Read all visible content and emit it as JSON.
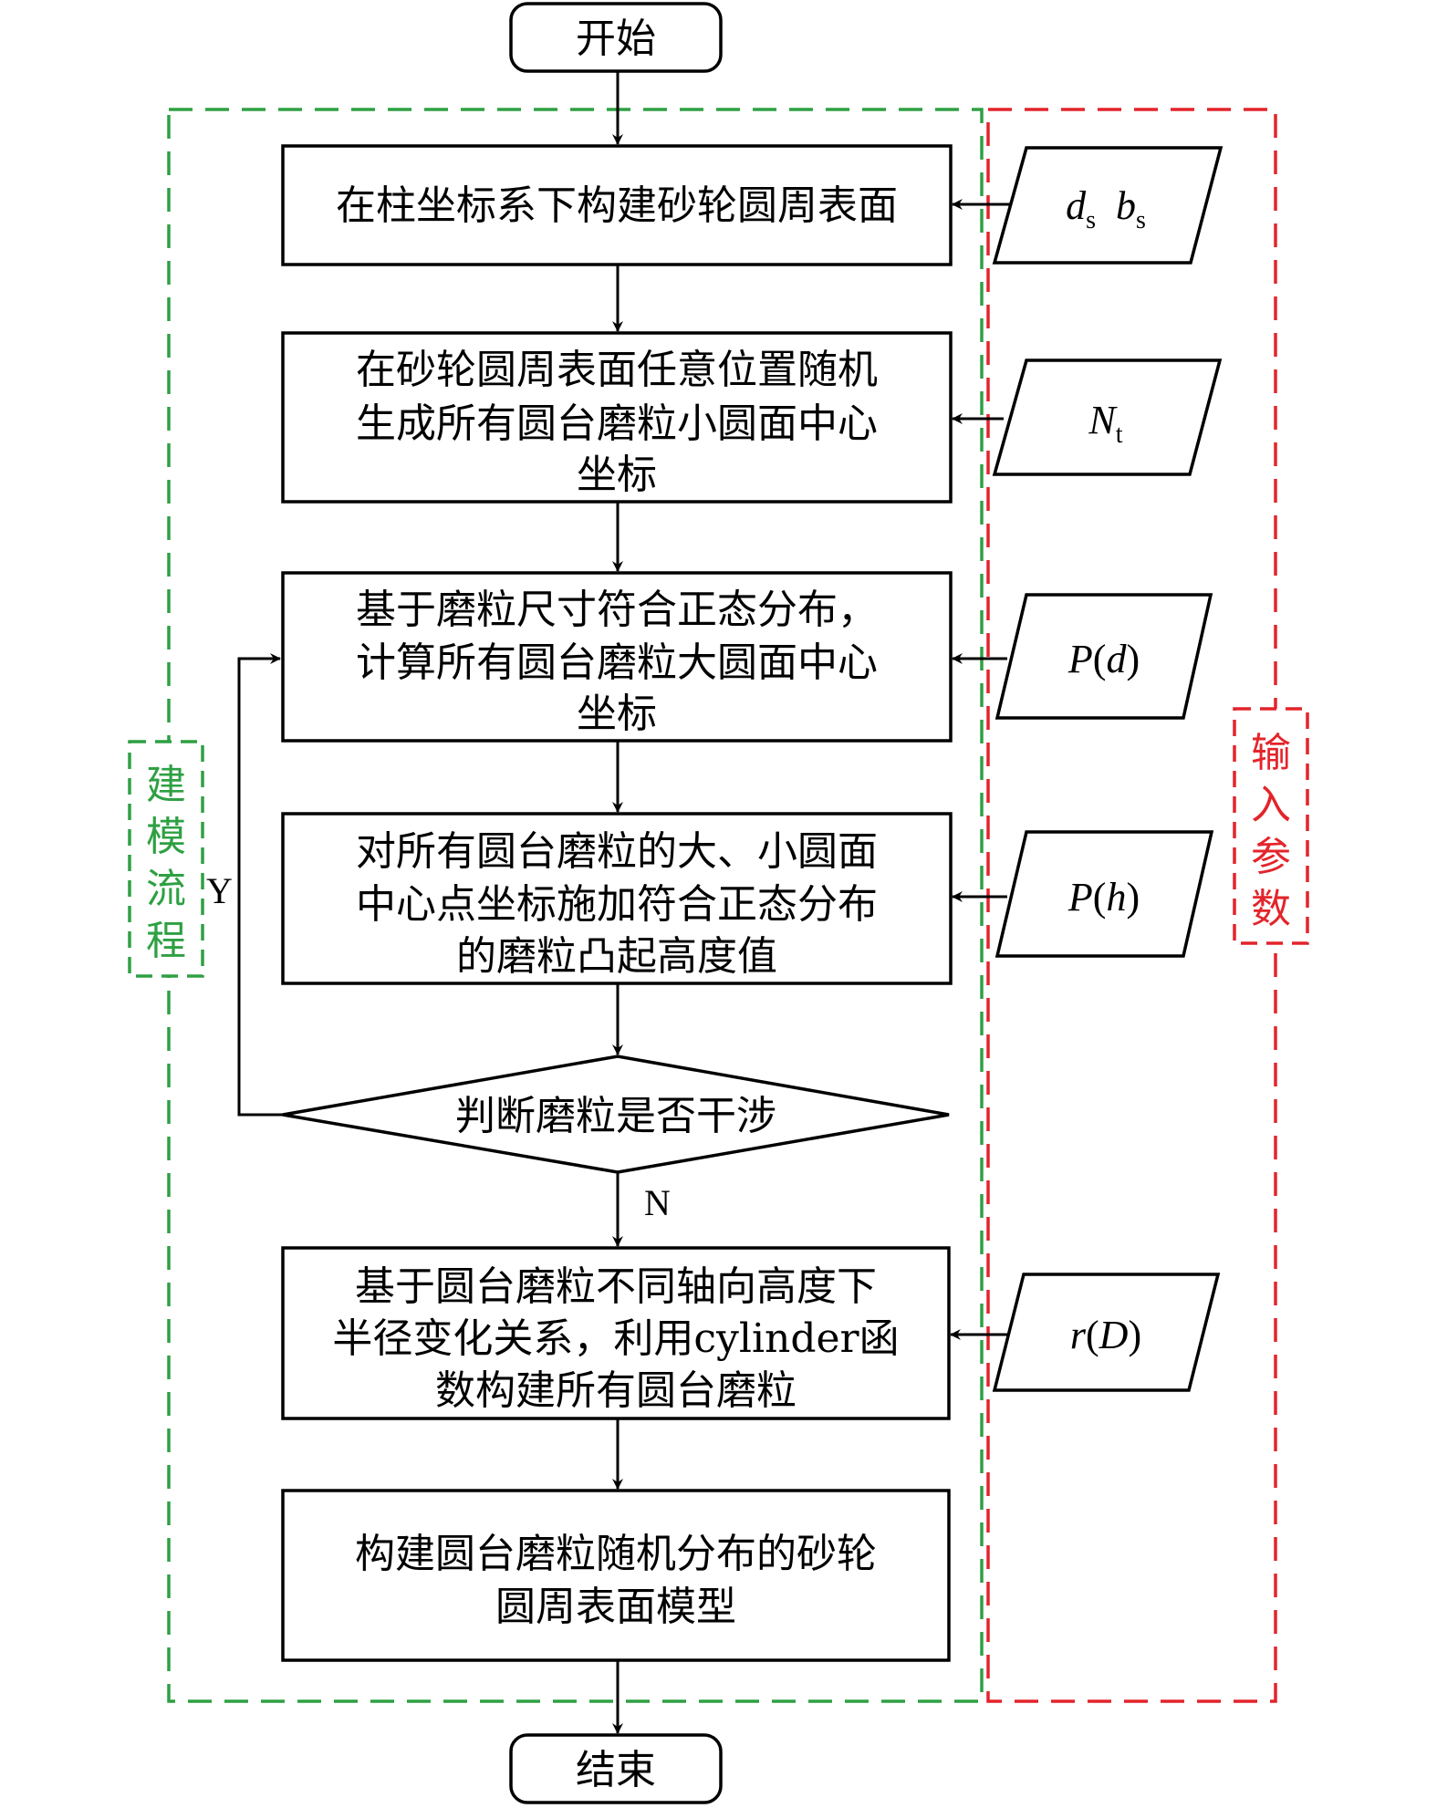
{
  "start": "开始",
  "end": "结束",
  "steps": [
    [
      "在柱坐标系下构建砂轮圆周表面"
    ],
    [
      "在砂轮圆周表面任意位置随机",
      "生成所有圆台磨粒小圆面中心",
      "坐标"
    ],
    [
      "基于磨粒尺寸符合正态分布，",
      "计算所有圆台磨粒大圆面中心",
      "坐标"
    ],
    [
      "对所有圆台磨粒的大、小圆面",
      "中心点坐标施加符合正态分布",
      "的磨粒凸起高度值"
    ],
    [
      "基于圆台磨粒不同轴向高度下",
      "半径变化关系，利用cylinder函",
      "数构建所有圆台磨粒"
    ],
    [
      "构建圆台磨粒随机分布的砂轮",
      "圆周表面模型"
    ]
  ],
  "decision": "判断磨粒是否干涉",
  "yes_label": "Y",
  "no_label": "N",
  "groups": {
    "modeling": [
      "建",
      "模",
      "流",
      "程"
    ],
    "inputs": [
      "输",
      "入",
      "参",
      "数"
    ]
  },
  "inputs": {
    "ds_bs": {
      "v1": "d",
      "s1": "s",
      "v2": "b",
      "s2": "s"
    },
    "nt": {
      "v": "N",
      "s": "t"
    },
    "pd": {
      "f": "P",
      "a": "d"
    },
    "ph": {
      "f": "P",
      "a": "h"
    },
    "rd": {
      "f": "r",
      "a": "D"
    }
  },
  "colors": {
    "green": "#2ea043",
    "red": "#e3242b",
    "black": "#000000"
  }
}
